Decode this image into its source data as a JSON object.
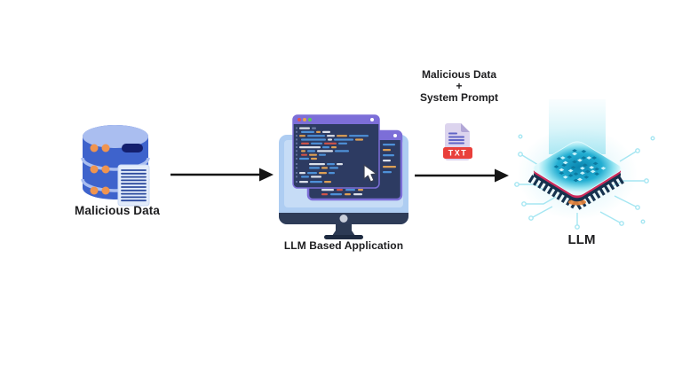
{
  "diagram": {
    "nodes": [
      {
        "id": "malicious-data",
        "label": "Malicious Data",
        "icon": "database-icon"
      },
      {
        "id": "llm-app",
        "label": "LLM Based Application",
        "icon": "monitor-code-icon"
      },
      {
        "id": "llm",
        "label": "LLM",
        "icon": "cpu-chip-icon"
      }
    ],
    "payload": {
      "line1": "Malicious Data",
      "line2": "+",
      "line3": "System Prompt",
      "file_badge": "TXT",
      "icon": "txt-file-icon"
    },
    "arrows": [
      {
        "from": "malicious-data",
        "to": "llm-app"
      },
      {
        "from": "llm-app",
        "to": "llm"
      }
    ]
  },
  "colors": {
    "background": "#ffffff",
    "arrow": "#151515",
    "label_text": "#1d1d1f",
    "db_body": "#3e63cc",
    "db_top": "#aabef0",
    "db_slot": "#141f6e",
    "db_dot": "#f0944f",
    "doc_paper": "#e2ebfa",
    "doc_line": "#2d4b9e",
    "monitor_frame": "#aecdf2",
    "monitor_screen": "#c6dcf6",
    "monitor_bezel": "#2e3c58",
    "window_purple": "#7c6ed8",
    "window_body": "#2d3b62",
    "txt_paper": "#dcd4ee",
    "txt_banner": "#e93f3b",
    "txt_line": "#5f63c6",
    "chip_base": "#16324e",
    "chip_stripe": "#cc2a5a",
    "chip_face": "#23aed2",
    "chip_trace": "#a5e6f2"
  }
}
